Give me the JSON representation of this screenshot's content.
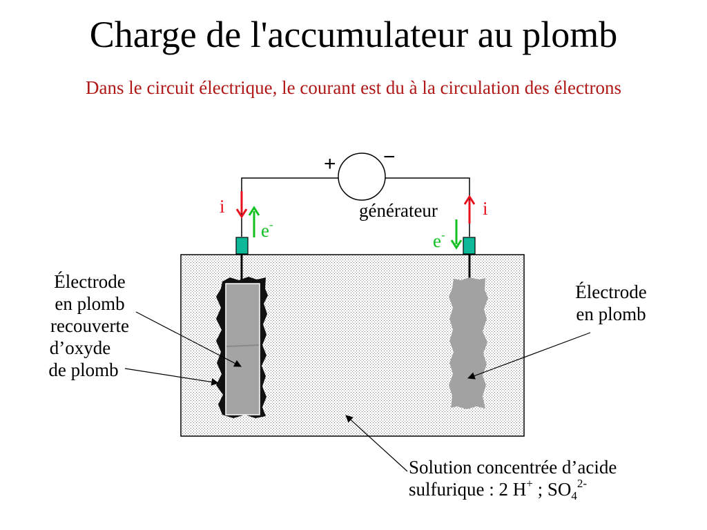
{
  "title": "Charge de l'accumulateur au plomb",
  "subtitle": "Dans le circuit électrique, le courant est du à la circulation des électrons",
  "generator": {
    "plus": "+",
    "minus": "−",
    "label": "générateur"
  },
  "current_left": "i",
  "current_right": "i",
  "electron": {
    "symbol": "e",
    "charge": "-"
  },
  "left_electrode_label": [
    "Électrode",
    "en plomb",
    "recouverte",
    "d’oxyde",
    "de plomb"
  ],
  "right_electrode_label": [
    "Électrode",
    "en plomb"
  ],
  "solution": {
    "line1": "Solution concentrée d’acide",
    "line2_prefix": "sulfurique  : 2 H",
    "h_charge": "+",
    "separator": " ; SO",
    "so4_sub": "4",
    "so4_charge": "2-"
  },
  "colors": {
    "subtitle": "#b01818",
    "current_arrow": "#e8101c",
    "electron_arrow": "#10c020",
    "terminal": "#10b89a",
    "electrolyte": "#e4e4e4"
  }
}
